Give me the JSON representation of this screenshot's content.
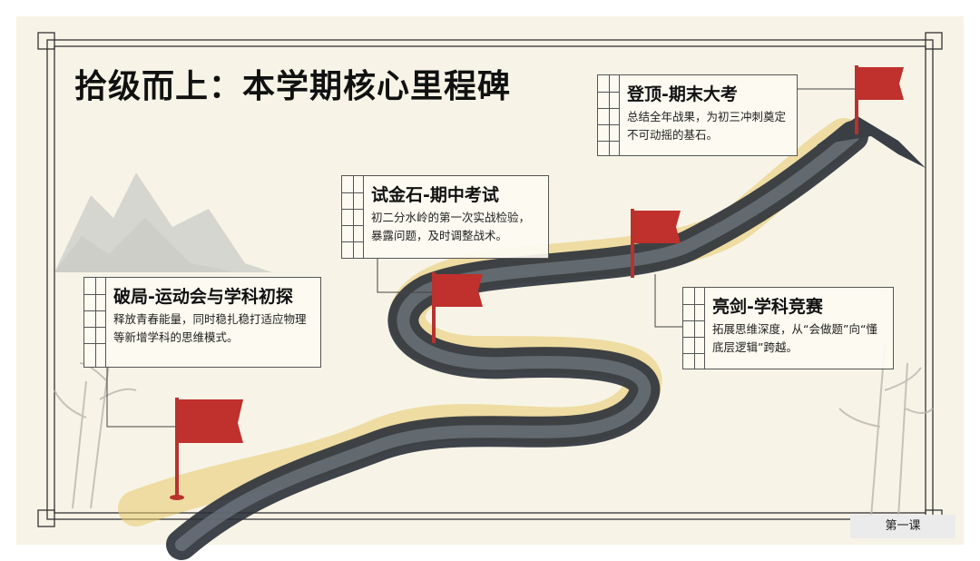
{
  "slide": {
    "title": "拾级而上：本学期核心里程碑",
    "footer": "第一课"
  },
  "milestones": [
    {
      "title": "破局-运动会与学科初探",
      "desc": "释放青春能量，同时稳扎稳打适应物理等新增学科的思维模式。"
    },
    {
      "title": "试金石-期中考试",
      "desc": "初二分水岭的第一次实战检验，暴露问题，及时调整战术。"
    },
    {
      "title": "亮剑-学科竞赛",
      "desc": "拓展思维深度，从“会做题”向“懂底层逻辑”跨越。"
    },
    {
      "title": "登顶-期末大考",
      "desc": "总结全年战果，为初三冲刺奠定不可动摇的基石。"
    }
  ],
  "colors": {
    "flag": "#c0302c",
    "ink": "#2a3038",
    "gold": "#e8c86a",
    "paper": "#f7f4e7"
  }
}
